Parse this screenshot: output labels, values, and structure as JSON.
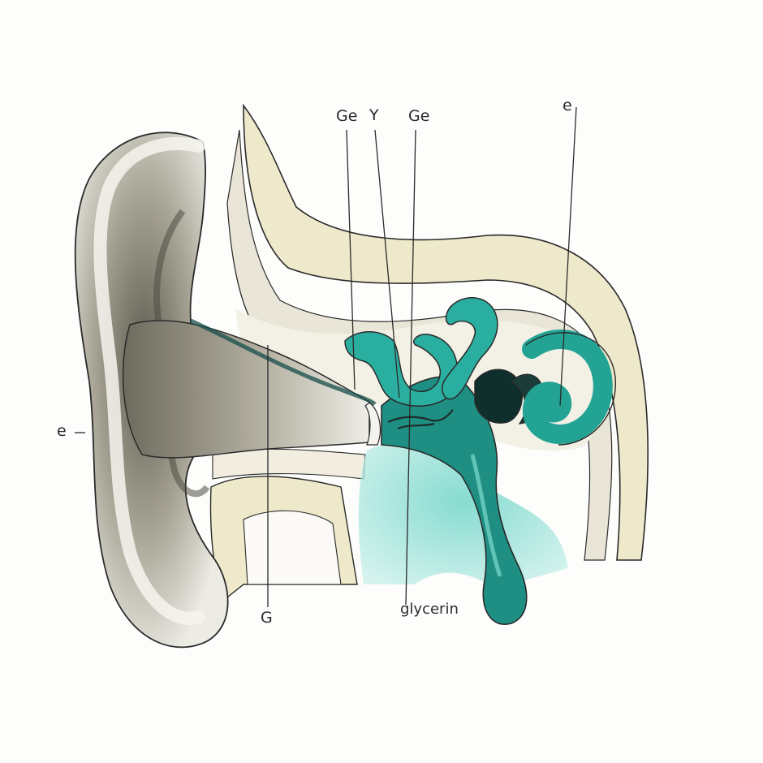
{
  "labels": {
    "top_1": "Ge",
    "top_2": "Y",
    "top_3": "Ge",
    "top_right": "e",
    "left": "e",
    "bottom_left": "G",
    "bottom_center": "glycerin"
  },
  "colors": {
    "bone": "#efe9cc",
    "skin_shadow": "#8d8a7c",
    "fluid_teal": "#23a394",
    "fluid_dark": "#1f6f68",
    "fluid_light": "#8fdcd3",
    "ink": "#2a2a2a"
  }
}
